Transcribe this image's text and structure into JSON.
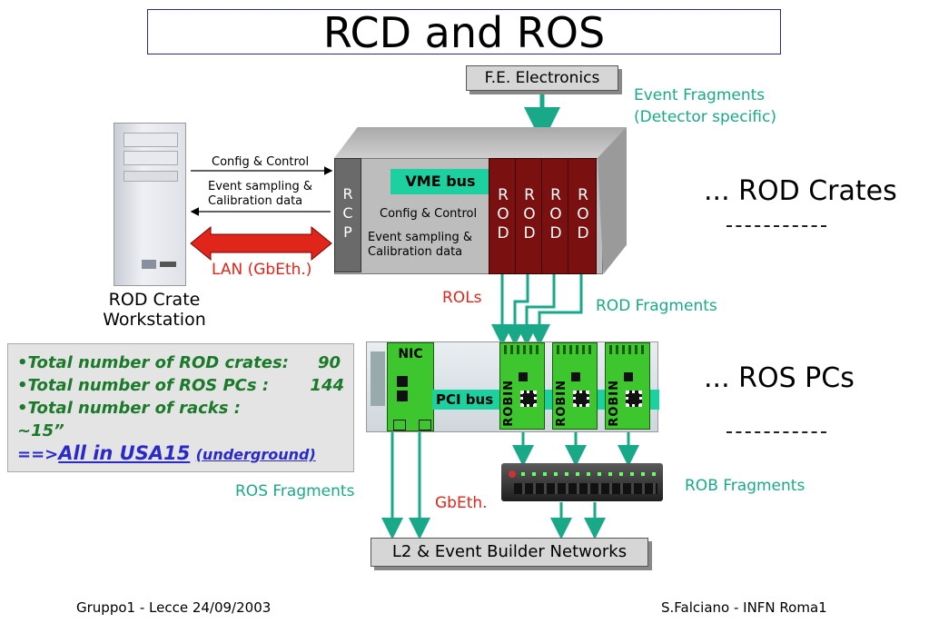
{
  "title": "RCD and ROS",
  "fe_electronics": "F.E. Electronics",
  "event_fragments": [
    "Event Fragments",
    "(Detector specific)"
  ],
  "rod_crates_label": "...  ROD Crates",
  "ros_pcs_label": "...   ROS PCs",
  "workstation_label": [
    "ROD Crate",
    "Workstation"
  ],
  "config_control": "Config & Control",
  "event_sampling": [
    "Event sampling &",
    "Calibration data"
  ],
  "lan_label": "LAN (GbEth.)",
  "vme_bus": "VME bus",
  "rcp_letters": [
    "R",
    "C",
    "P"
  ],
  "rod_letters": [
    "R",
    "O",
    "D"
  ],
  "rols_label": "ROLs",
  "rod_fragments": "ROD Fragments",
  "nic": "NIC",
  "pci_bus": "PCI bus",
  "robin": "ROBIN",
  "rob_fragments": "ROB Fragments",
  "ros_fragments": "ROS Fragments",
  "gbeth": "GbEth.",
  "l2_box": "L2 & Event Builder Networks",
  "info": {
    "line1_label": "•Total number of ROD crates:",
    "line1_value": "90",
    "line2_label": "•Total number of ROS PCs :",
    "line2_value": "144",
    "line3": "•Total number of racks :",
    "line4": "~15”",
    "arrow": "==>",
    "link_main": "All in USA15",
    "link_sub": "(underground)"
  },
  "footer_left": "Gruppo1 - Lecce 24/09/2003",
  "footer_right": "S.Falciano - INFN Roma1",
  "colors": {
    "teal": "#1aa988",
    "red": "#e0261b",
    "rod": "#7a1010",
    "robin": "#3ec62f",
    "link": "#2a2ac8",
    "info_green": "#1a7a2a"
  }
}
